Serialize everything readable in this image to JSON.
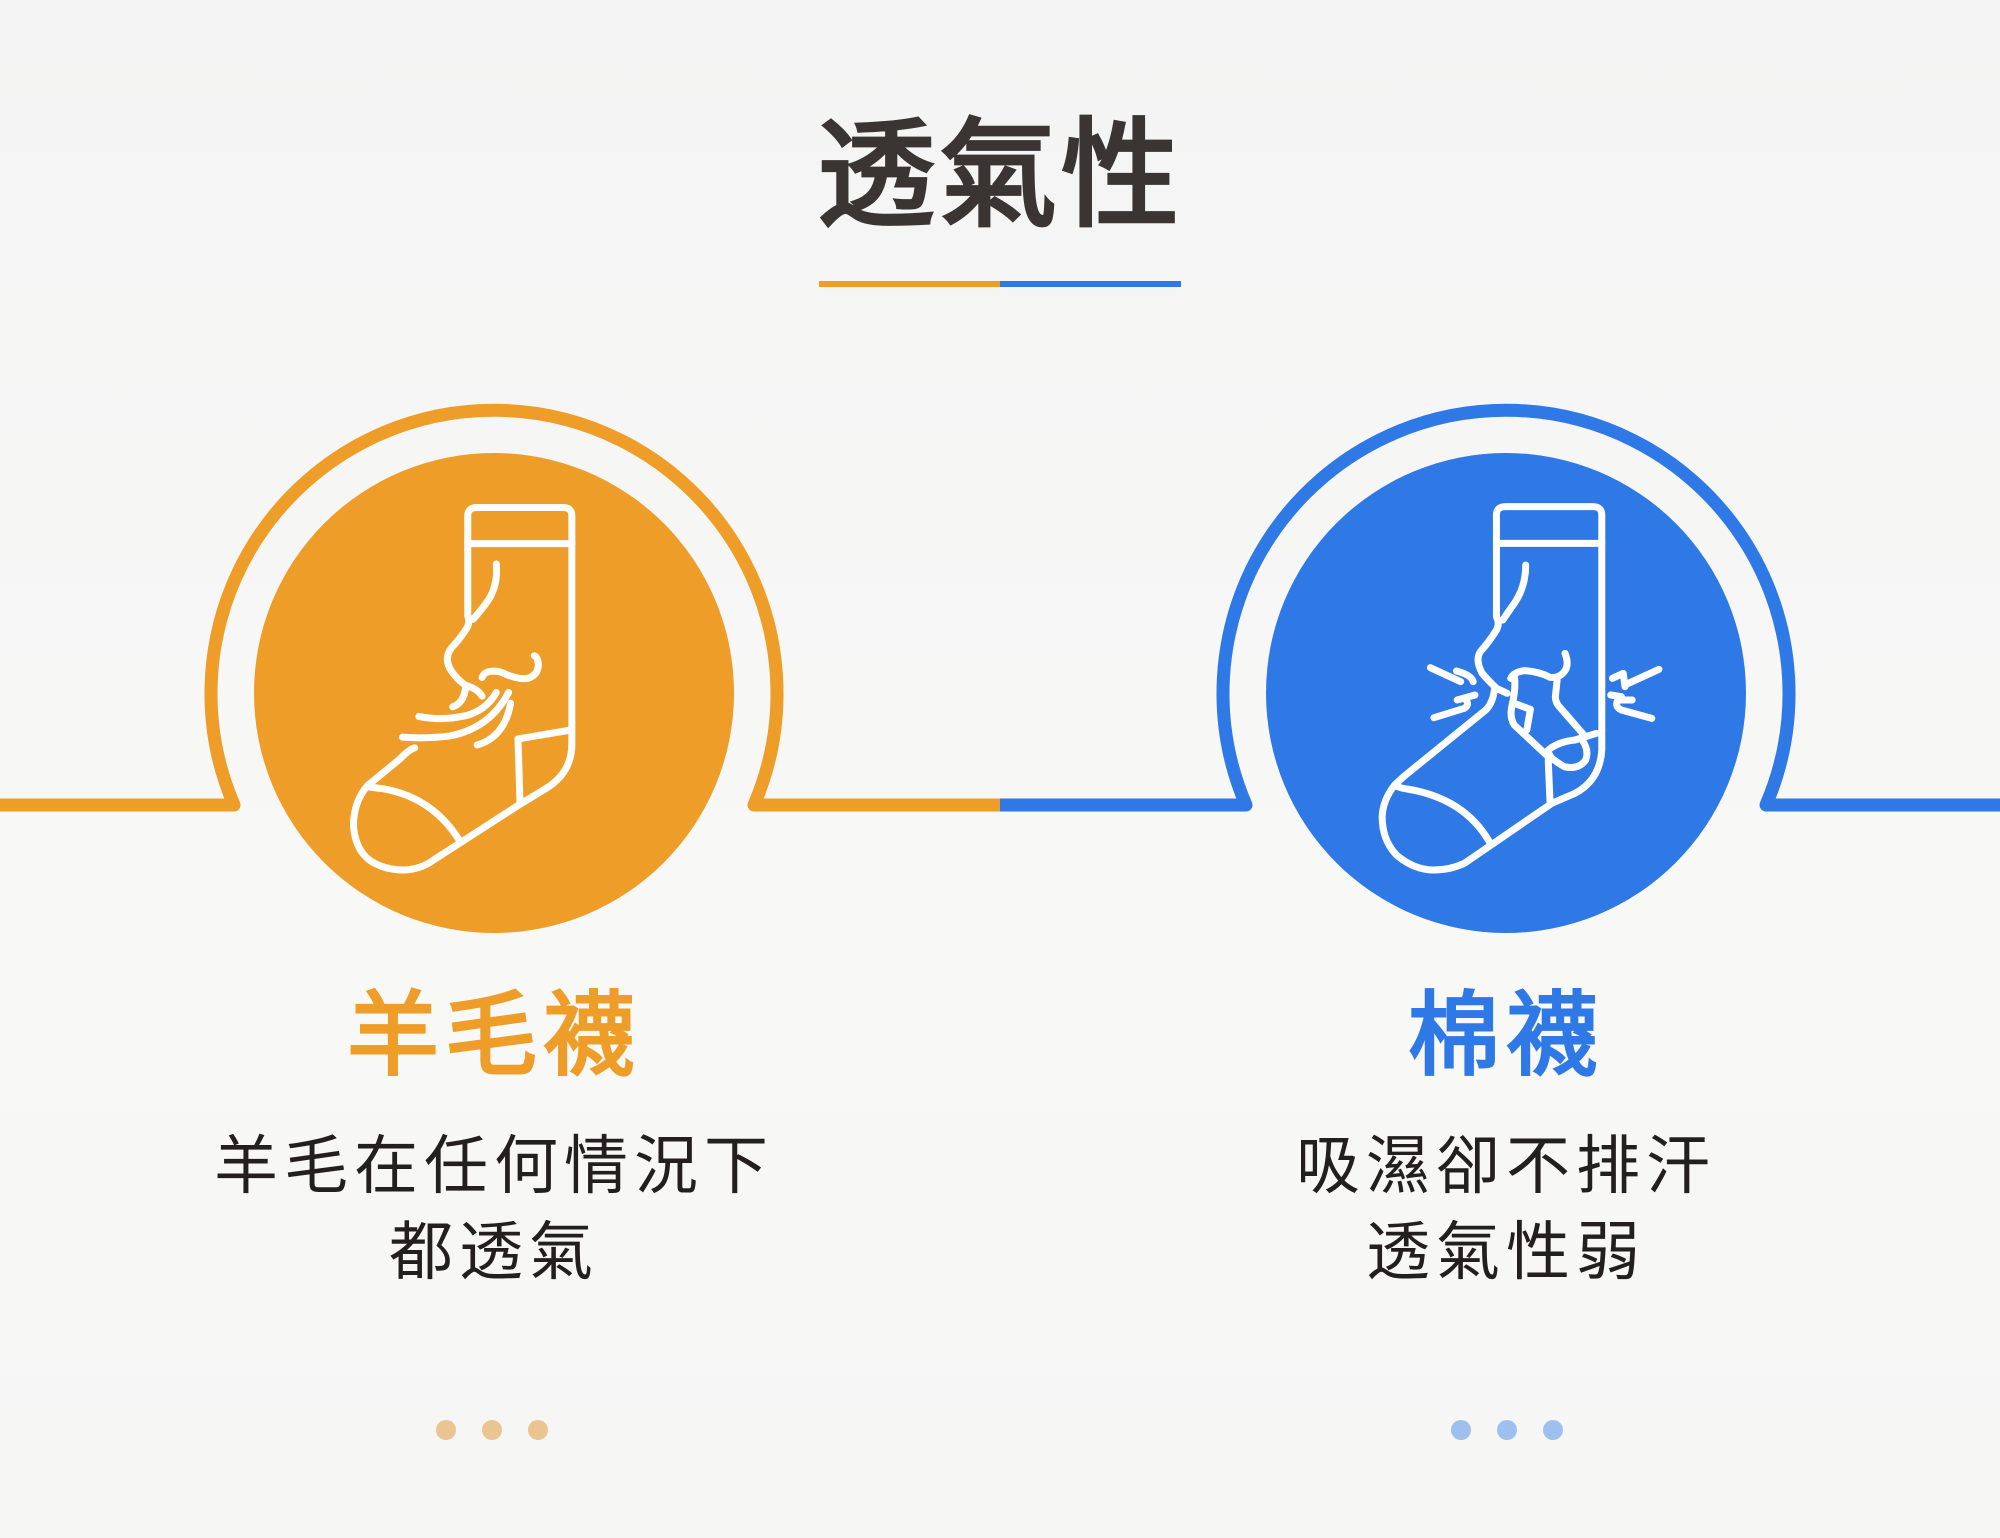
{
  "title": "透氣性",
  "colors": {
    "wool": "#EE9D28",
    "cotton": "#2F79E6",
    "wool_dot": "#EBC591",
    "cotton_dot": "#9DC0EF",
    "text": "#231F20"
  },
  "left": {
    "icon": "breathing-sock-icon",
    "label": "羊毛襪",
    "desc_lines": [
      "羊毛在任何情況下",
      "都透氣"
    ]
  },
  "right": {
    "icon": "blocked-sock-icon",
    "label": "棉襪",
    "desc_lines": [
      "吸濕卻不排汗",
      "透氣性弱"
    ]
  },
  "pagination_dots": 3
}
